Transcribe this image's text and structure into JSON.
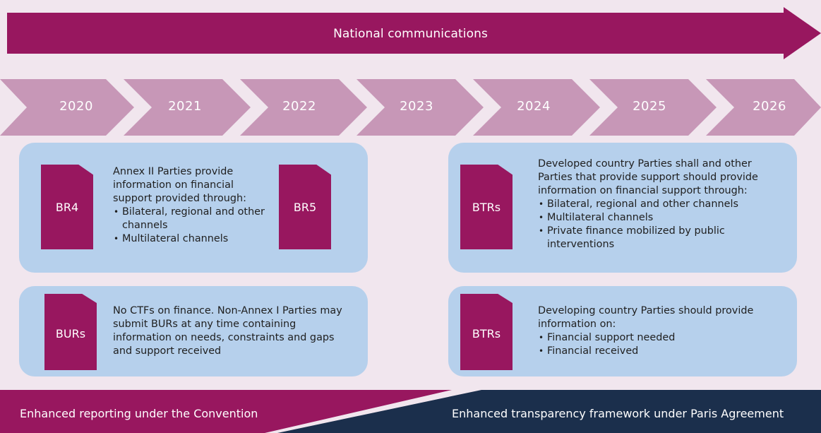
{
  "national_communications": {
    "label": "National communications"
  },
  "years": [
    "2020",
    "2021",
    "2022",
    "2023",
    "2024",
    "2025",
    "2026"
  ],
  "boxes": {
    "br": {
      "docs": [
        "BR4",
        "BR5"
      ],
      "intro": "Annex II Parties provide information on financial support provided through:",
      "bullets": [
        "Bilateral, regional and other channels",
        "Multilateral channels"
      ]
    },
    "btr_developed": {
      "doc": "BTRs",
      "intro": "Developed country Parties shall and other Parties that provide support should provide information on financial support through:",
      "bullets": [
        "Bilateral, regional and other channels",
        "Multilateral channels",
        "Private finance mobilized by public interventions"
      ]
    },
    "bur": {
      "doc": "BURs",
      "text": "No CTFs on finance. Non-Annex I Parties may submit BURs at any time containing information on needs, constraints and gaps and support received"
    },
    "btr_developing": {
      "doc": "BTRs",
      "intro": "Developing country Parties should provide information on:",
      "bullets": [
        "Financial support needed",
        "Financial received"
      ]
    }
  },
  "footer": {
    "convention": "Enhanced reporting under the Convention",
    "paris": "Enhanced transparency framework under Paris Agreement"
  },
  "colors": {
    "magenta": "#98175f",
    "chevron": "#c797b7",
    "box": "#b6d0ec",
    "navy": "#1b2f4c",
    "background": "#f1e6ee"
  }
}
